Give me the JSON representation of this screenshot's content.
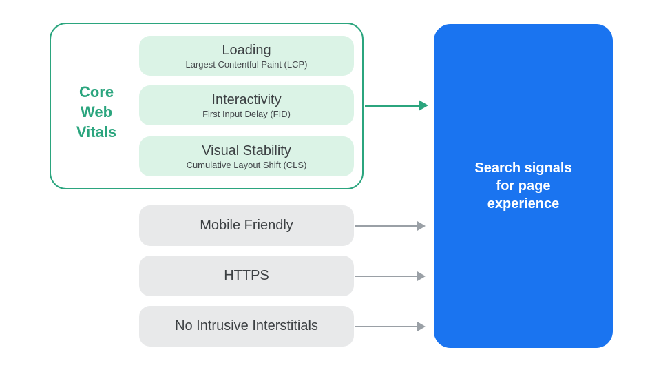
{
  "colors": {
    "page_bg": "#FFFFFF",
    "green": "#2BA57E",
    "green_light": "#DBF3E6",
    "gray_pill": "#E8E9EA",
    "gray_arrow": "#9AA0A6",
    "blue": "#1A74F0",
    "text_dark": "#3C4043",
    "text_subtle": "#44474B",
    "white": "#FFFFFF"
  },
  "core_web_vitals": {
    "label": "Core Web Vitals",
    "items": [
      {
        "title": "Loading",
        "subtitle": "Largest Contentful Paint (LCP)"
      },
      {
        "title": "Interactivity",
        "subtitle": "First Input Delay (FID)"
      },
      {
        "title": "Visual Stability",
        "subtitle": "Cumulative Layout Shift (CLS)"
      }
    ]
  },
  "other_signals": [
    {
      "label": "Mobile Friendly"
    },
    {
      "label": "HTTPS"
    },
    {
      "label": "No Intrusive Interstitials"
    }
  ],
  "result": {
    "label": "Search signals for page experience",
    "lines": [
      "Search signals",
      "for page",
      "experience"
    ]
  }
}
